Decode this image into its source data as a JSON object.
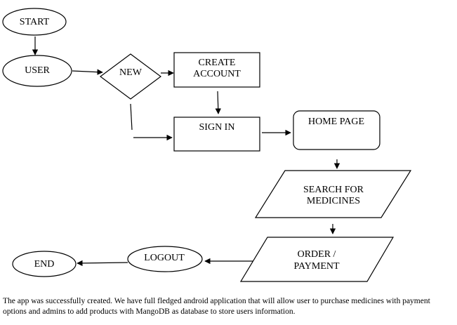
{
  "nodes": {
    "start": "START",
    "user": "USER",
    "new": "NEW",
    "create_account": [
      "CREATE",
      "ACCOUNT"
    ],
    "sign_in": "SIGN IN",
    "home_page": "HOME PAGE",
    "search": [
      "SEARCH FOR",
      "MEDICINES"
    ],
    "order": [
      "ORDER /",
      "PAYMENT"
    ],
    "logout": "LOGOUT",
    "end": "END"
  },
  "caption": "The app was successfully created. We have full fledged android application that will allow user to purchase medicines with payment options and admins to add products with MangoDB as database to store users information."
}
